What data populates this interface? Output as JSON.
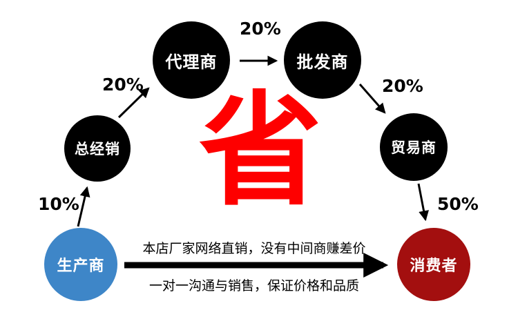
{
  "diagram": {
    "center_character": "省",
    "nodes": [
      {
        "id": "producer",
        "label": "生产商"
      },
      {
        "id": "distributor",
        "label": "总经销"
      },
      {
        "id": "agent",
        "label": "代理商"
      },
      {
        "id": "wholesaler",
        "label": "批发商"
      },
      {
        "id": "trader",
        "label": "贸易商"
      },
      {
        "id": "consumer",
        "label": "消费者"
      }
    ],
    "links": [
      {
        "from": "producer",
        "to": "distributor",
        "label": "10%"
      },
      {
        "from": "distributor",
        "to": "agent",
        "label": "20%"
      },
      {
        "from": "agent",
        "to": "wholesaler",
        "label": "20%"
      },
      {
        "from": "wholesaler",
        "to": "trader",
        "label": "20%"
      },
      {
        "from": "trader",
        "to": "consumer",
        "label": "50%"
      }
    ],
    "direct_sale": {
      "line1": "本店厂家网络直销，没有中间商赚差价",
      "line2": "一对一沟通与销售，保证价格和品质"
    },
    "colors": {
      "producer_circle": "#3e86c8",
      "middleman_circle": "#000000",
      "consumer_circle": "#a30f0f",
      "save_character": "#fe0000",
      "arrows_and_text": "#000000"
    }
  }
}
